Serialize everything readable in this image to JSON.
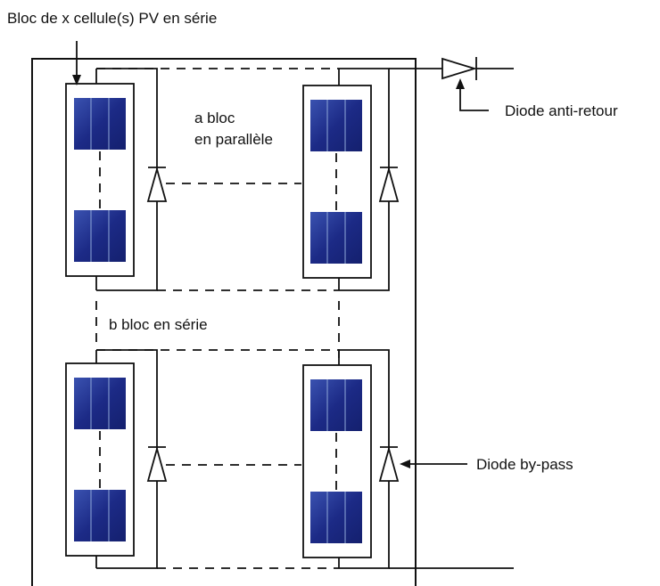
{
  "labels": {
    "bloc_cells": "Bloc de x cellule(s) PV en série",
    "parallel_line1": "a bloc",
    "parallel_line2": "en parallèle",
    "series": "b bloc en série",
    "anti_return": "Diode anti-retour",
    "bypass": "Diode by-pass"
  },
  "colors": {
    "cell_dark": "#14206e",
    "cell_light": "#3a52b0",
    "line": "#111111"
  },
  "icons": [
    "arrow-icon",
    "diode-icon",
    "pv-cell-icon"
  ]
}
